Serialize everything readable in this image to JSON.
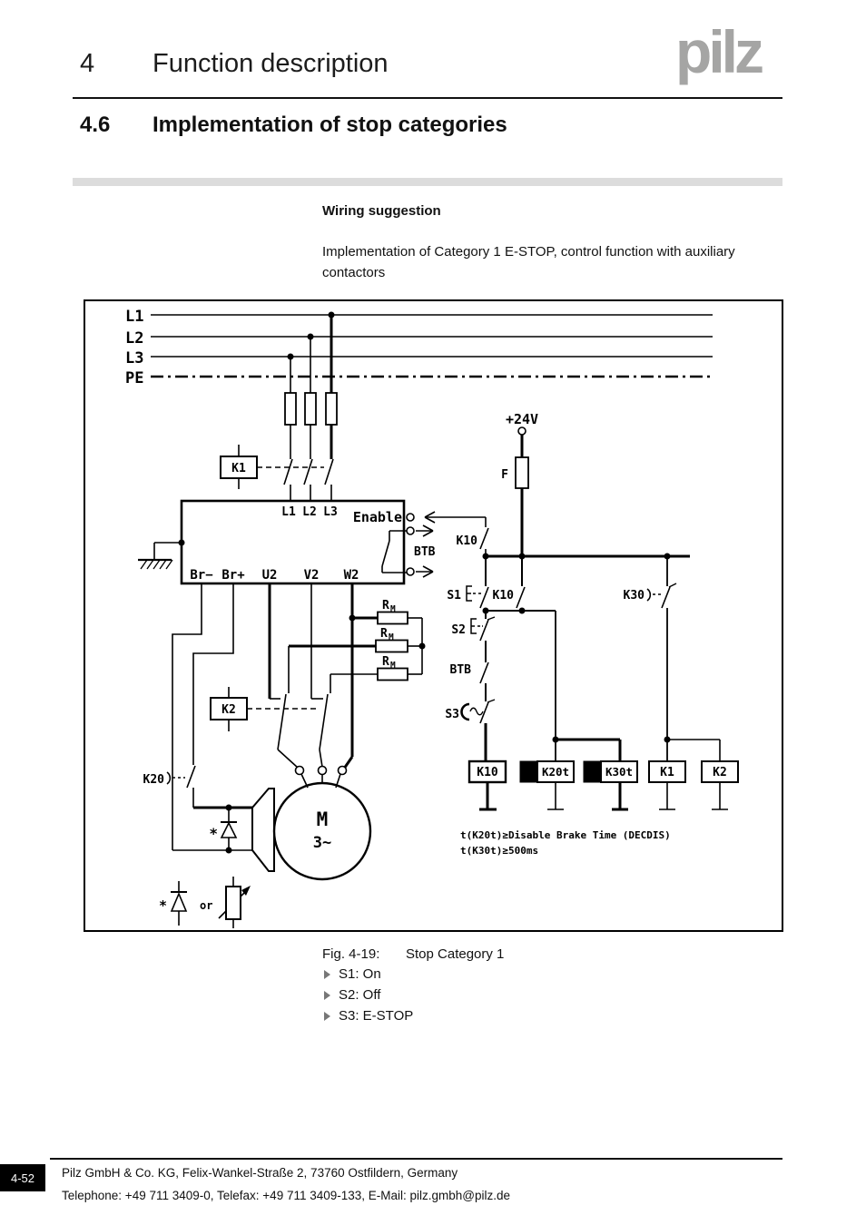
{
  "header": {
    "chapter_number": "4",
    "chapter_title": "Function description",
    "logo_text": "pilz"
  },
  "section": {
    "number": "4.6",
    "title": "Implementation of stop categories"
  },
  "content": {
    "subheading": "Wiring suggestion",
    "paragraph": "Implementation of Category 1 E-STOP, control function with auxiliary contactors"
  },
  "colors": {
    "logo_gray": "#a5a5a4",
    "divider_gray": "#dcdcdc",
    "footer_badge_bg": "#000000",
    "line_color": "#000000"
  },
  "diagram": {
    "rails": {
      "l1": "L1",
      "l2": "L2",
      "l3": "L3",
      "pe": "PE"
    },
    "labels": {
      "k1_contactor": "K1",
      "block_l1": "L1",
      "block_l2": "L2",
      "block_l3": "L3",
      "enable": "Enable",
      "btb_side": "BTB",
      "br_minus": "Br−",
      "br_plus": "Br+",
      "u2": "U2",
      "v2": "V2",
      "w2": "W2",
      "rm_r": "R",
      "rm_m": "M",
      "k2_contactor": "K2",
      "k20": "K20",
      "motor_m": "M",
      "motor_3ph": "3~",
      "star": "*",
      "or": "or",
      "plus24v": "+24V",
      "fuse_f": "F",
      "k10_enable": "K10",
      "s1": "S1",
      "k10_parallel": "K10",
      "k30": "K30",
      "s2": "S2",
      "btb_contact": "BTB",
      "s3": "S3",
      "coil_k10": "K10",
      "coil_k20t": "K20t",
      "coil_k30t": "K30t",
      "coil_k1": "K1",
      "coil_k2": "K2",
      "timing1": "t(K20t)≥Disable Brake Time (DECDIS)",
      "timing2": "t(K30t)≥500ms"
    }
  },
  "caption": {
    "fig_label": "Fig. 4-19:",
    "fig_title": "Stop Category 1",
    "bullets": [
      "S1: On",
      "S2: Off",
      "S3: E-STOP"
    ]
  },
  "footer": {
    "page_number": "4-52",
    "address": "Pilz GmbH & Co. KG, Felix-Wankel-Straße 2, 73760 Ostfildern, Germany",
    "contact": "Telephone: +49 711 3409-0, Telefax: +49 711 3409-133, E-Mail: pilz.gmbh@pilz.de"
  }
}
